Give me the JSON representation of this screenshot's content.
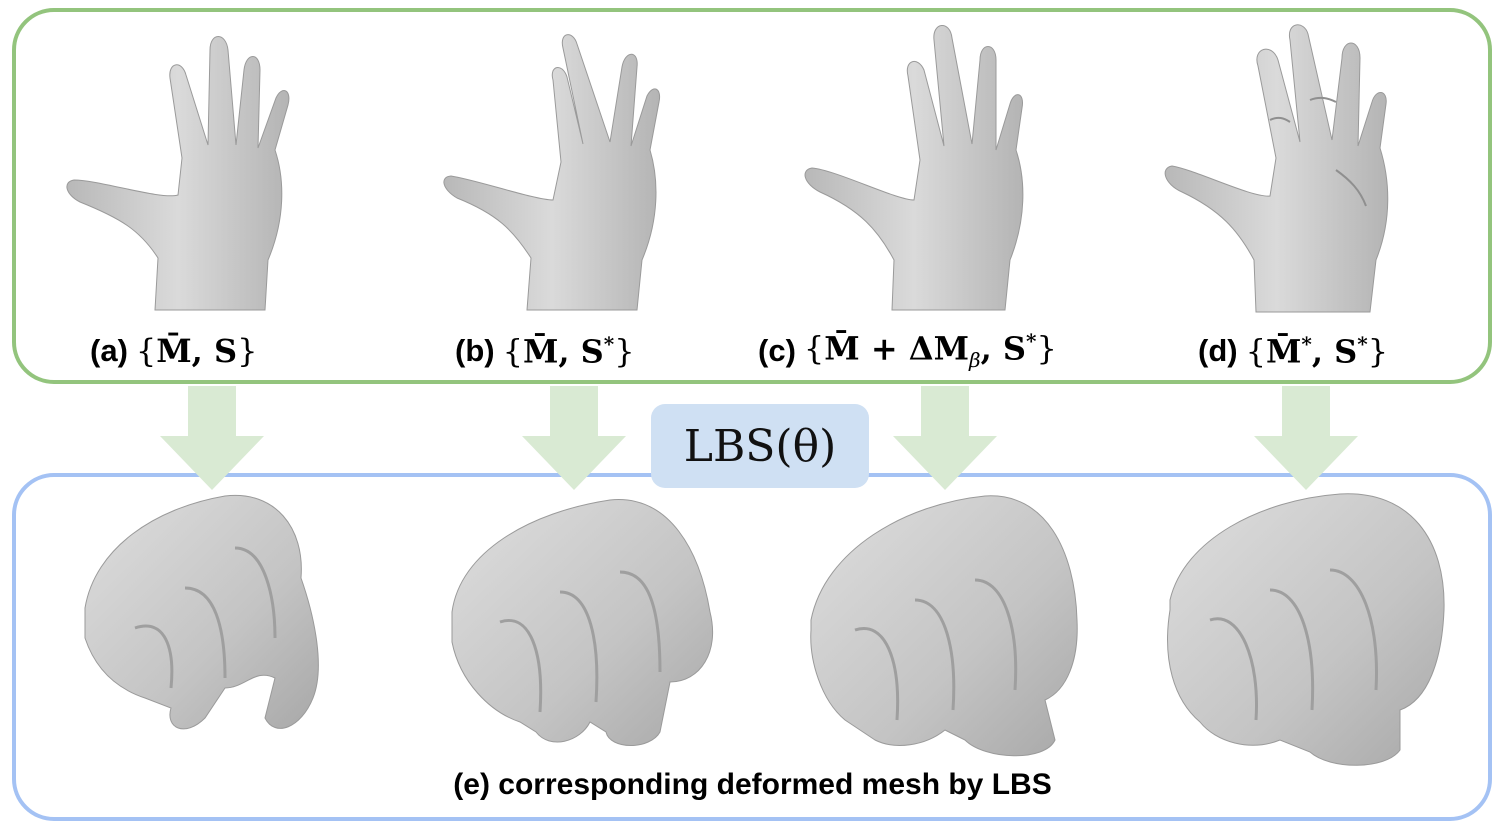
{
  "labels": {
    "a": {
      "tag": "(a)",
      "math": "M̄, S",
      "superscript": ""
    },
    "b": {
      "tag": "(b)",
      "math": "M̄, S",
      "superscript": "*"
    },
    "c": {
      "tag": "(c)",
      "math_part1": "M̄ + ΔM",
      "subscript": "β",
      "math_part2": ", S",
      "superscript": "*"
    },
    "d": {
      "tag": "(d)",
      "math_part1": "M̄",
      "superscript1": "*",
      "math_part2": ", S",
      "superscript2": "*"
    }
  },
  "lbs": {
    "text": "LBS(θ)"
  },
  "caption": "(e) corresponding deformed mesh by LBS",
  "colors": {
    "top_border": "#93c47d",
    "bottom_border": "#a4c2f4",
    "arrow": "#d9ead3",
    "lbs_background": "#cfe0f3",
    "mesh": "#c9c9c9"
  },
  "icons": [
    "open-hand-mesh-icon",
    "fist-mesh-icon",
    "down-arrow-icon"
  ]
}
